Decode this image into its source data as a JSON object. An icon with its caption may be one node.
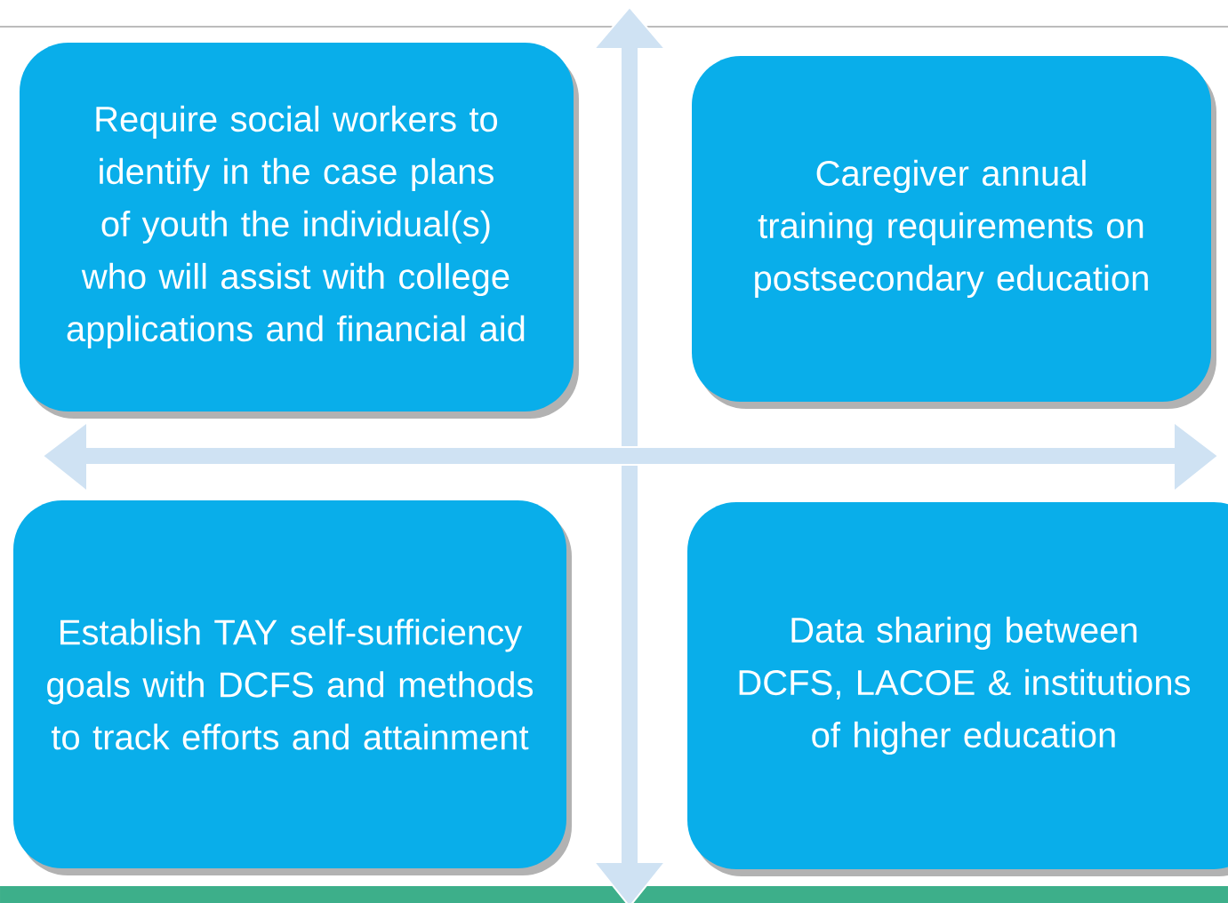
{
  "diagram": {
    "nodes": [
      {
        "text": [
          "Require social workers to identify in the case plans of youth the individual(s) who will assist with college applications and financial aid"
        ]
      },
      {
        "text": [
          "Caregiver annual training requirements on postsecondary education"
        ]
      },
      {
        "text": [
          "Establish TAY self-sufficiency goals with DCFS and methods to track efforts and attainment"
        ]
      },
      {
        "text": [
          "Data sharing between DCFS, LACOE & institutions of higher education"
        ]
      }
    ]
  }
}
